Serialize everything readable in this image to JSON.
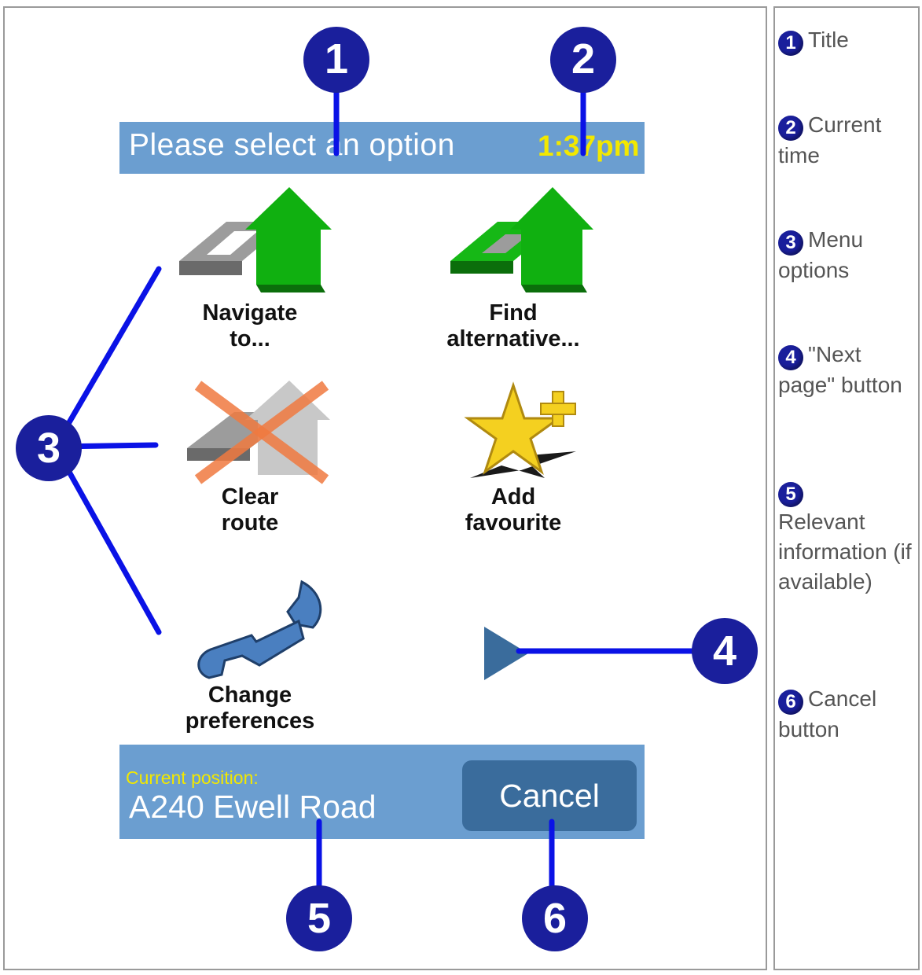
{
  "screen": {
    "title": "Please select an option",
    "time": "1:37pm",
    "menu_items": [
      {
        "label_line1": "Navigate",
        "label_line2": "to..."
      },
      {
        "label_line1": "Find",
        "label_line2": "alternative..."
      },
      {
        "label_line1": "Clear",
        "label_line2": "route"
      },
      {
        "label_line1": "Add",
        "label_line2": "favourite"
      },
      {
        "label_line1": "Change",
        "label_line2": "preferences"
      }
    ],
    "position_label": "Current position:",
    "position_value": "A240 Ewell Road",
    "cancel_label": "Cancel"
  },
  "callouts": [
    "1",
    "2",
    "3",
    "4",
    "5",
    "6"
  ],
  "legend": [
    {
      "number": "1",
      "text": "Title"
    },
    {
      "number": "2",
      "text": "Current time"
    },
    {
      "number": "3",
      "text": "Menu options"
    },
    {
      "number": "4",
      "text": "\"Next page\" button"
    },
    {
      "number": "5",
      "text": "Relevant information (if available)"
    },
    {
      "number": "6",
      "text": "Cancel button"
    }
  ],
  "colors": {
    "bar": "#6b9ed0",
    "cancel_button": "#3a6c9c",
    "highlight_yellow": "#f2e800",
    "callout_blue": "#1a1f9c",
    "callout_line": "#0a12e6"
  }
}
